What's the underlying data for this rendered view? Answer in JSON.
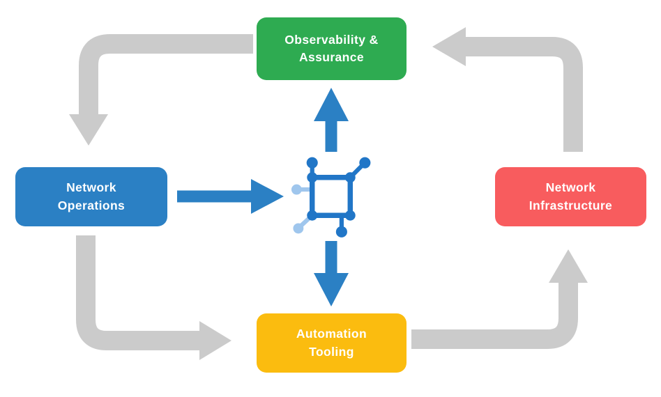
{
  "diagram": {
    "title": "Network automation closed-loop diagram",
    "nodes": {
      "observability": {
        "label": "Observability &\nAssurance",
        "color": "#2eab51"
      },
      "operations": {
        "label": "Network\nOperations",
        "color": "#2b80c4"
      },
      "infrastructure": {
        "label": "Network\nInfrastructure",
        "color": "#f85c5e"
      },
      "automation": {
        "label": "Automation\nTooling",
        "color": "#fbbc0f"
      }
    },
    "center_icon": "network-node-icon",
    "edges": [
      {
        "from": "observability",
        "to": "operations",
        "style": "gray"
      },
      {
        "from": "operations",
        "to": "automation",
        "style": "gray"
      },
      {
        "from": "automation",
        "to": "infrastructure",
        "style": "gray"
      },
      {
        "from": "infrastructure",
        "to": "observability",
        "style": "gray"
      },
      {
        "from": "operations",
        "to": "center-icon",
        "style": "blue"
      },
      {
        "from": "center-icon",
        "to": "observability",
        "style": "blue"
      },
      {
        "from": "center-icon",
        "to": "automation",
        "style": "blue"
      }
    ],
    "colors": {
      "arrow_gray": "#cbcbcb",
      "arrow_blue": "#2b80c4",
      "icon_dark_blue": "#2176c7",
      "icon_light_blue": "#9fc6ed",
      "background": "#ffffff"
    }
  }
}
